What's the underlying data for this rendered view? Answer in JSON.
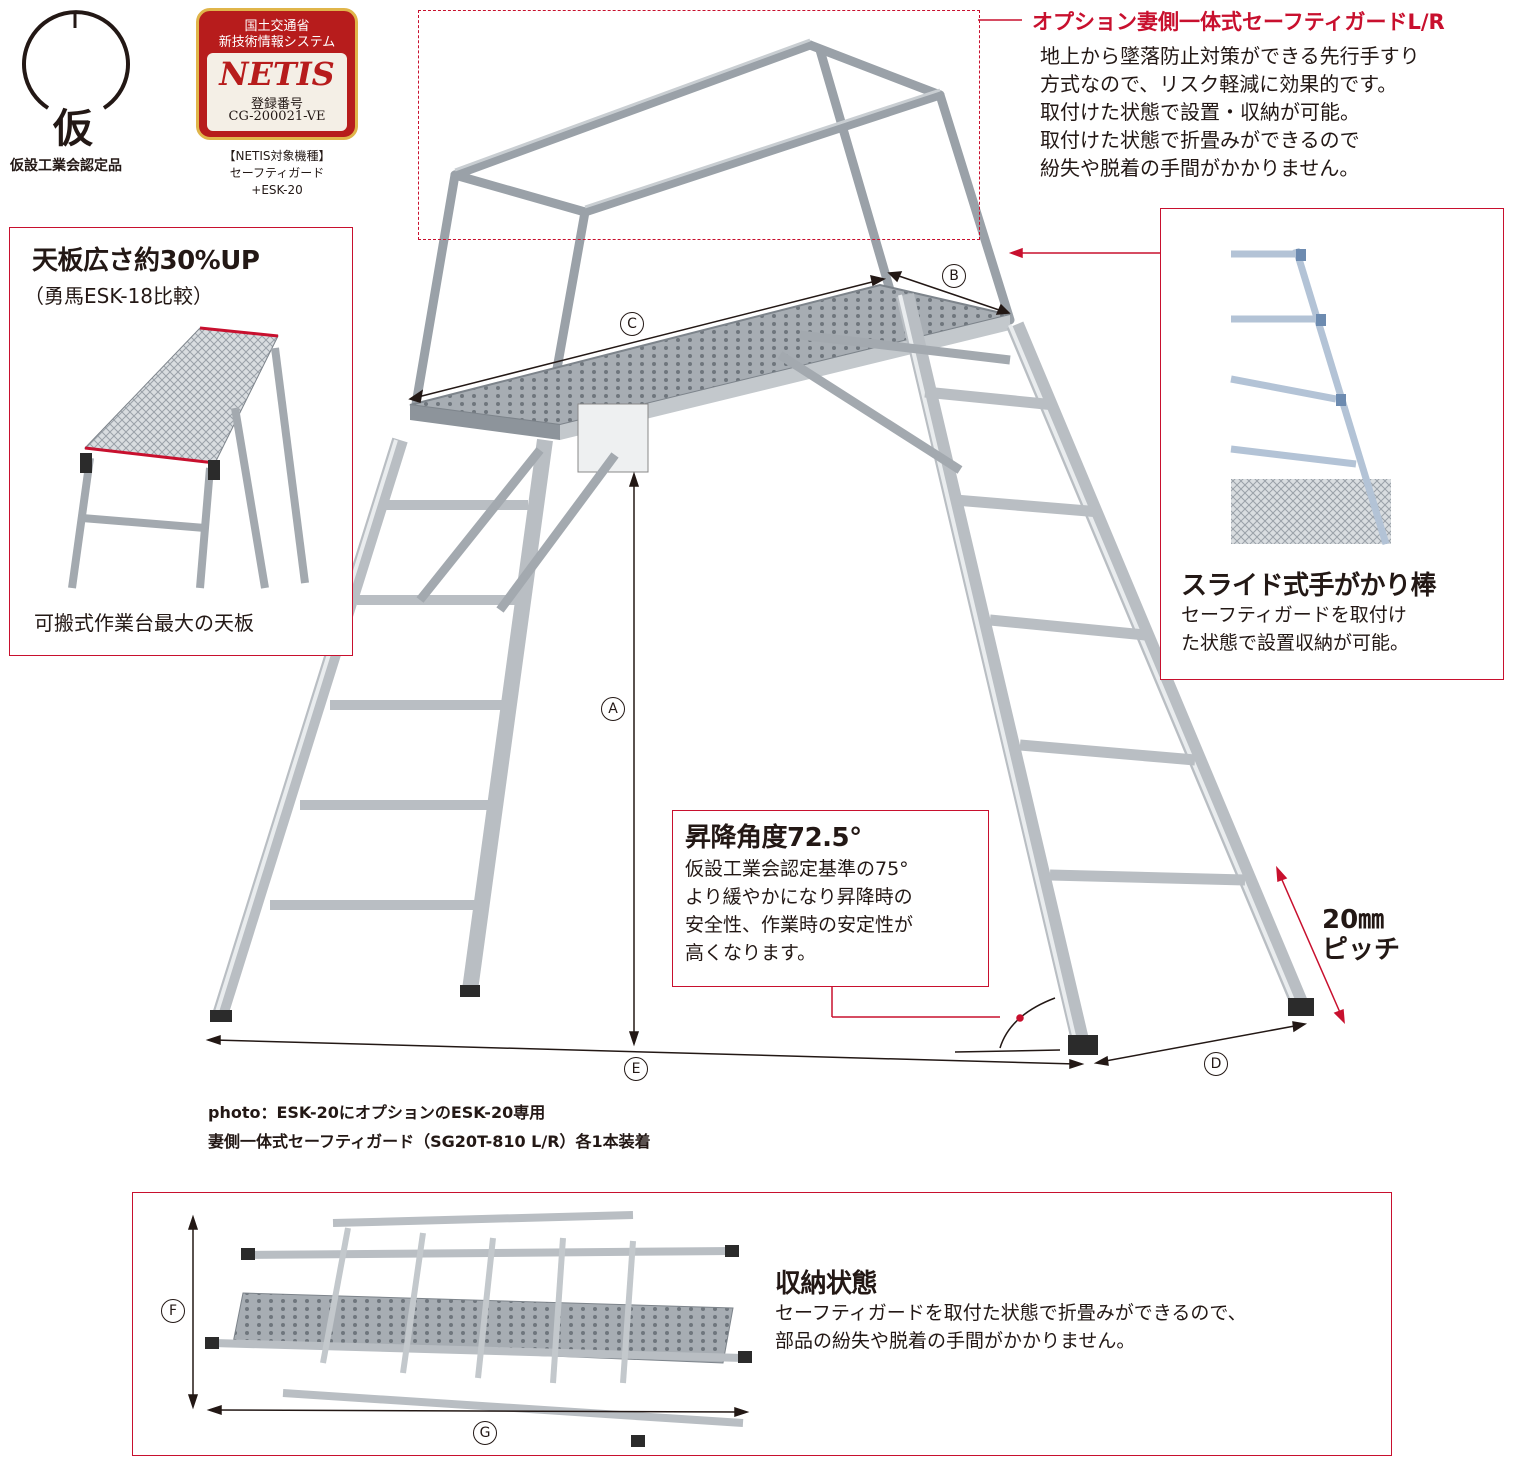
{
  "cert_mark": {
    "glyph": "仮",
    "caption": "仮設工業会認定品"
  },
  "netis": {
    "line1": "国土交通省",
    "line2": "新技術情報システム",
    "logo": "NETIS",
    "reg_label": "登録番号",
    "reg_number": "CG-200021-VE",
    "target_label": "【NETIS対象機種】",
    "target_item1": "セーフティガード",
    "target_item2": "+ESK-20"
  },
  "top_panel": {
    "title": "天板広さ約30%UP",
    "subtitle": "（勇馬ESK-18比較）",
    "caption": "可搬式作業台最大の天板"
  },
  "option": {
    "title": "オプション妻側一体式セーフティガードL/R",
    "lines": [
      "地上から墜落防止対策ができる先行手すり",
      "方式なので、リスク軽減に効果的です。",
      "取付けた状態で設置・収納が可能。",
      "取付けた状態で折畳みができるので",
      "紛失や脱着の手間がかかりません。"
    ]
  },
  "slide": {
    "title": "スライド式手がかり棒",
    "lines": [
      "セーフティガードを取付け",
      "た状態で設置収納が可能。"
    ]
  },
  "angle": {
    "title": "昇降角度72.5°",
    "lines": [
      "仮設工業会認定基準の75°",
      "より緩やかになり昇降時の",
      "安全性、作業時の安定性が",
      "高くなります。"
    ]
  },
  "pitch": {
    "line1": "20㎜",
    "line2": "ピッチ"
  },
  "dims": {
    "a": "A",
    "b": "B",
    "c": "C",
    "d": "D",
    "e": "E",
    "f": "F",
    "g": "G"
  },
  "photo_caption": {
    "line1": "photo：ESK-20にオプションのESK-20専用",
    "line2": "妻側一体式セーフティガード（SG20T-810 L/R）各1本装着"
  },
  "storage": {
    "title": "収納状態",
    "lines": [
      "セーフティガードを取付た状態で折畳みができるので、",
      "部品の紛失や脱着の手間がかかりません。"
    ]
  },
  "colors": {
    "accent": "#c8102e",
    "text": "#231815",
    "metal": "#b9bec3"
  }
}
